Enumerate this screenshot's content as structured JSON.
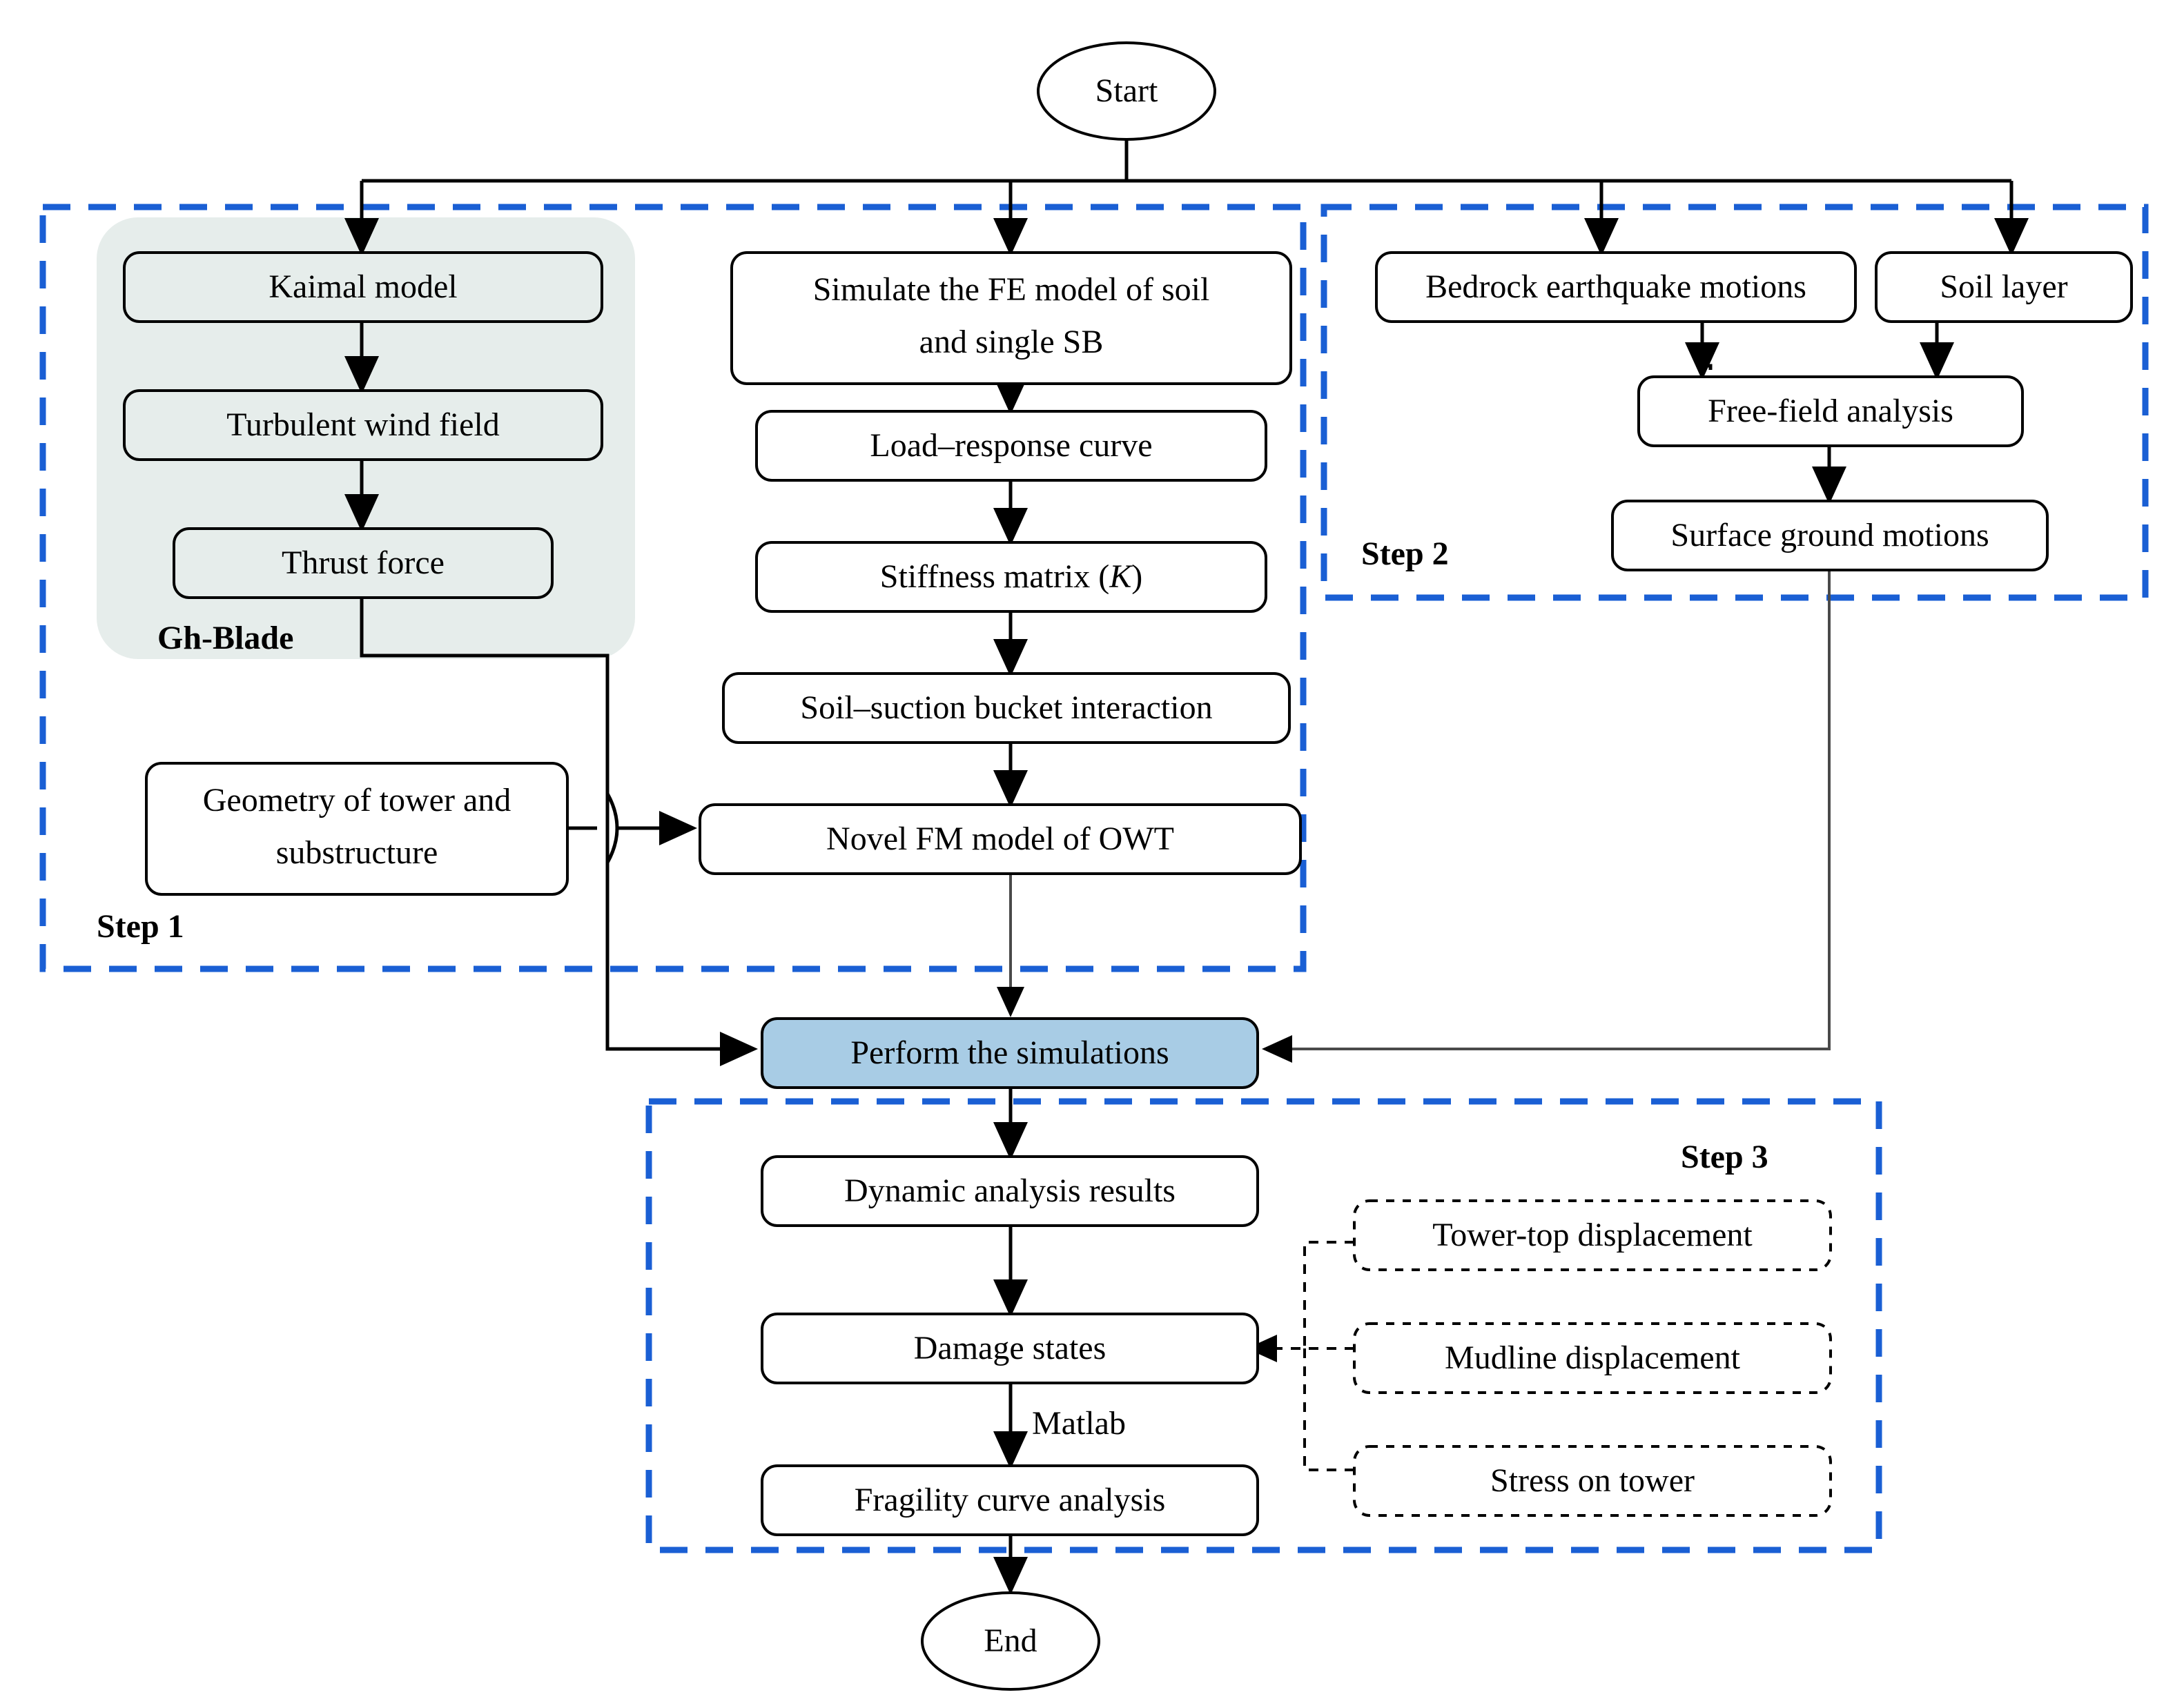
{
  "diagram": {
    "title": "OWT seismic fragility analysis flowchart",
    "colors": {
      "panel_border": "#1a5fd4",
      "group_fill": "#e6edeb",
      "accent_fill": "#a8cce5",
      "node_stroke": "#000000",
      "background": "#ffffff"
    }
  },
  "terminators": {
    "start": "Start",
    "end": "End"
  },
  "panels": [
    {
      "id": "step1",
      "label": "Step 1"
    },
    {
      "id": "step2",
      "label": "Step 2"
    },
    {
      "id": "step3",
      "label": "Step 3"
    }
  ],
  "groups": [
    {
      "id": "gh_blade",
      "label": "Gh-Blade"
    }
  ],
  "nodes": {
    "kaimal_model": "Kaimal model",
    "turbulent_wind_field": "Turbulent wind field",
    "thrust_force": "Thrust force",
    "geometry_tower_line1": "Geometry of tower and",
    "geometry_tower_line2": "substructure",
    "simulate_fe_line1": "Simulate the FE model of soil",
    "simulate_fe_line2": "and single SB",
    "load_response_curve": "Load–response curve",
    "stiffness_matrix_pre": "Stiffness matrix (",
    "stiffness_matrix_sym": "K",
    "stiffness_matrix_post": ")",
    "soil_suction_bucket": "Soil–suction bucket interaction",
    "novel_fm_model": "Novel FM model of OWT",
    "bedrock_motions": "Bedrock earthquake motions",
    "soil_layer": "Soil layer",
    "free_field_analysis": "Free-field analysis",
    "surface_ground_motions": "Surface ground motions",
    "perform_simulations": "Perform the simulations",
    "dynamic_analysis_results": "Dynamic analysis results",
    "damage_states": "Damage states",
    "fragility_curve_analysis": "Fragility curve analysis",
    "tower_top_displacement": "Tower-top displacement",
    "mudline_displacement": "Mudline displacement",
    "stress_on_tower": "Stress on tower"
  },
  "edge_labels": {
    "matlab": "Matlab"
  }
}
